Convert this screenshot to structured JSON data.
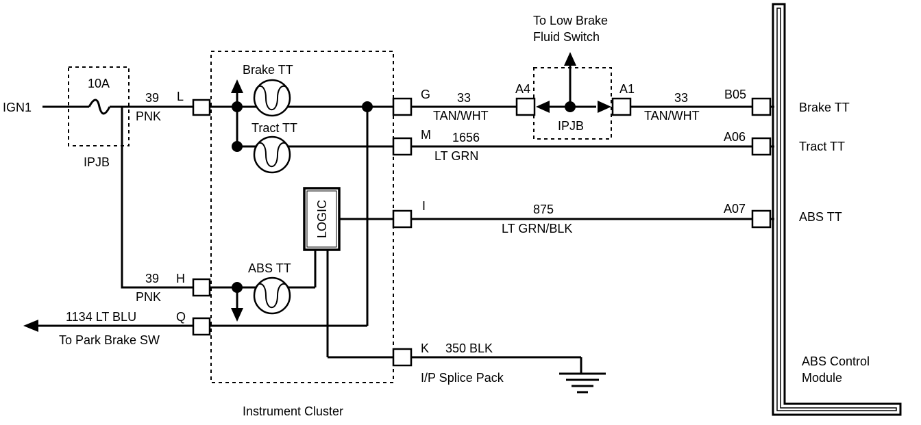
{
  "source": {
    "ign": "IGN1"
  },
  "fuse": {
    "rating": "10A",
    "location": "IPJB"
  },
  "wires": {
    "w39_top": {
      "circuit": "39",
      "color": "PNK"
    },
    "w39_bottom": {
      "circuit": "39",
      "color": "PNK"
    },
    "w1134": {
      "label": "1134 LT BLU",
      "destination": "To Park Brake SW"
    },
    "w33_left": {
      "circuit": "33",
      "color": "TAN/WHT"
    },
    "w33_right": {
      "circuit": "33",
      "color": "TAN/WHT"
    },
    "w1656": {
      "circuit": "1656",
      "color": "LT GRN"
    },
    "w875": {
      "circuit": "875",
      "color": "LT GRN/BLK"
    },
    "w350": {
      "label": "350 BLK",
      "location": "I/P Splice Pack"
    }
  },
  "cluster": {
    "title": "Instrument Cluster",
    "pins": {
      "L": "L",
      "H": "H",
      "Q": "Q",
      "G": "G",
      "M": "M",
      "I": "I",
      "K": "K"
    },
    "lamps": {
      "brake": "Brake TT",
      "tract": "Tract TT",
      "abs": "ABS TT"
    },
    "logic": "LOGIC"
  },
  "ipjb2": {
    "label": "IPJB",
    "pin_left": "A4",
    "pin_right": "A1",
    "branch_line1": "To Low Brake",
    "branch_line2": "Fluid Switch"
  },
  "module": {
    "name_line1": "ABS Control",
    "name_line2": "Module",
    "pins": {
      "b05": "B05",
      "a06": "A06",
      "a07": "A07"
    },
    "inputs": {
      "brake": "Brake TT",
      "tract": "Tract TT",
      "abs": "ABS TT"
    }
  }
}
